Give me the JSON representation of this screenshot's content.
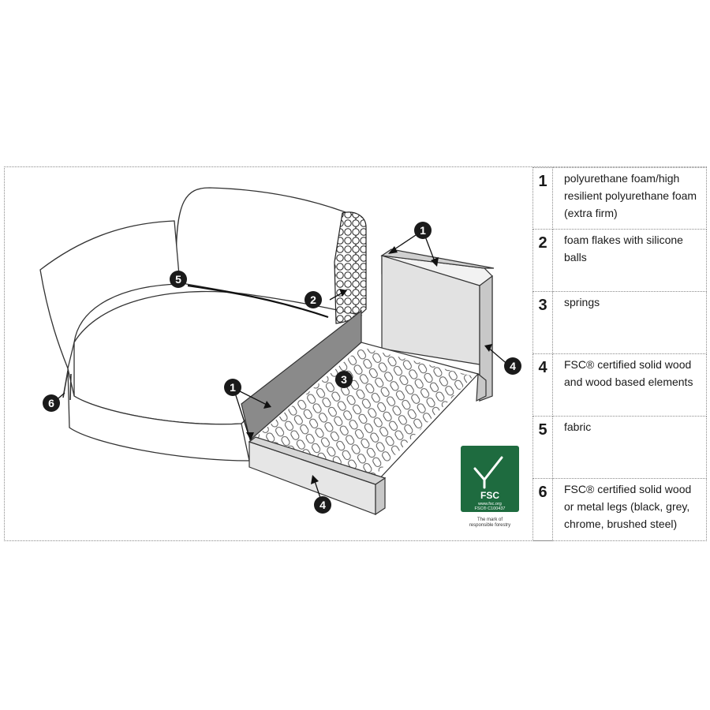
{
  "legend": [
    {
      "number": "1",
      "text": "polyurethane foam/high resilient polyurethane foam (extra firm)"
    },
    {
      "number": "2",
      "text": "foam flakes with silicone balls"
    },
    {
      "number": "3",
      "text": "springs"
    },
    {
      "number": "4",
      "text": "FSC® certified solid wood and wood based elements"
    },
    {
      "number": "5",
      "text": "fabric"
    },
    {
      "number": "6",
      "text": "FSC® certified solid wood or metal legs (black, grey, chrome, brushed steel)"
    }
  ],
  "callouts": [
    "1",
    "1",
    "2",
    "3",
    "4",
    "4",
    "5",
    "6"
  ],
  "fsc_logo": {
    "mark": "FSC",
    "url": "www.fsc.org",
    "code": "FSC® C100437",
    "caption_line1": "The mark of",
    "caption_line2": "responsible forestry",
    "color": "#1e6b3f"
  }
}
